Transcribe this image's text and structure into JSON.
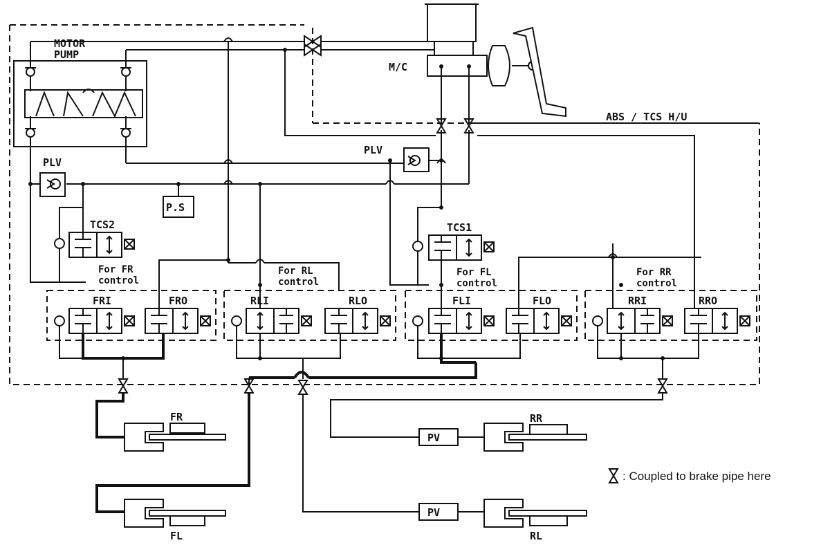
{
  "labels": {
    "motor_pump": [
      "MOTOR",
      "PUMP"
    ],
    "mc": "M/C",
    "abs_hu": "ABS / TCS   H/U",
    "plv_left": "PLV",
    "plv_right": "PLV",
    "ps": "P.S",
    "tcs2": "TCS2",
    "tcs1": "TCS1",
    "for_fr": [
      "For FR",
      "control"
    ],
    "for_rl": [
      "For RL",
      "control"
    ],
    "for_fl": [
      "For FL",
      "control"
    ],
    "for_rr": [
      "For RR",
      "control"
    ],
    "fri": "FRI",
    "fro": "FRO",
    "rli": "RLI",
    "rlo": "RLO",
    "fli": "FLI",
    "flo": "FLO",
    "rri": "RRI",
    "rro": "RRO",
    "wheel_fr": "FR",
    "wheel_fl": "FL",
    "wheel_rr": "RR",
    "wheel_rl": "RL",
    "pv_rr": "PV",
    "pv_rl": "PV"
  },
  "legend": {
    "symbol": "coupling-symbol",
    "text": ": Coupled to brake pipe here"
  },
  "colors": {
    "line": "#111111",
    "background": "#ffffff"
  }
}
